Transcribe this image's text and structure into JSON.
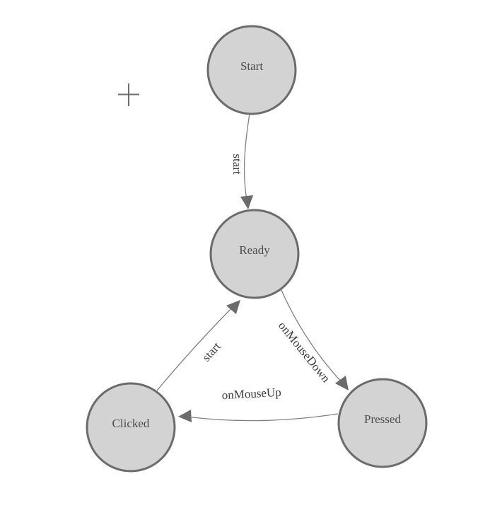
{
  "diagram": {
    "type": "finite-state-machine",
    "nodes": [
      {
        "id": "start",
        "label": "Start"
      },
      {
        "id": "ready",
        "label": "Ready"
      },
      {
        "id": "clicked",
        "label": "Clicked"
      },
      {
        "id": "pressed",
        "label": "Pressed"
      }
    ],
    "edges": [
      {
        "from": "start",
        "to": "ready",
        "label": "start"
      },
      {
        "from": "clicked",
        "to": "ready",
        "label": "start"
      },
      {
        "from": "ready",
        "to": "pressed",
        "label": "onMouseDown"
      },
      {
        "from": "pressed",
        "to": "clicked",
        "label": "onMouseUp"
      }
    ],
    "icons": {
      "crosshair": "origin-crosshair"
    },
    "palette": {
      "background": "#ffffff",
      "node_fill": "#d3d3d3",
      "node_stroke": "#6b6b6b",
      "node_text": "#4d4d4d",
      "edge_stroke": "#808080",
      "arrow_fill": "#6b6b6b",
      "edge_text": "#3d3d3d",
      "crosshair": "#6e6e6e"
    }
  }
}
